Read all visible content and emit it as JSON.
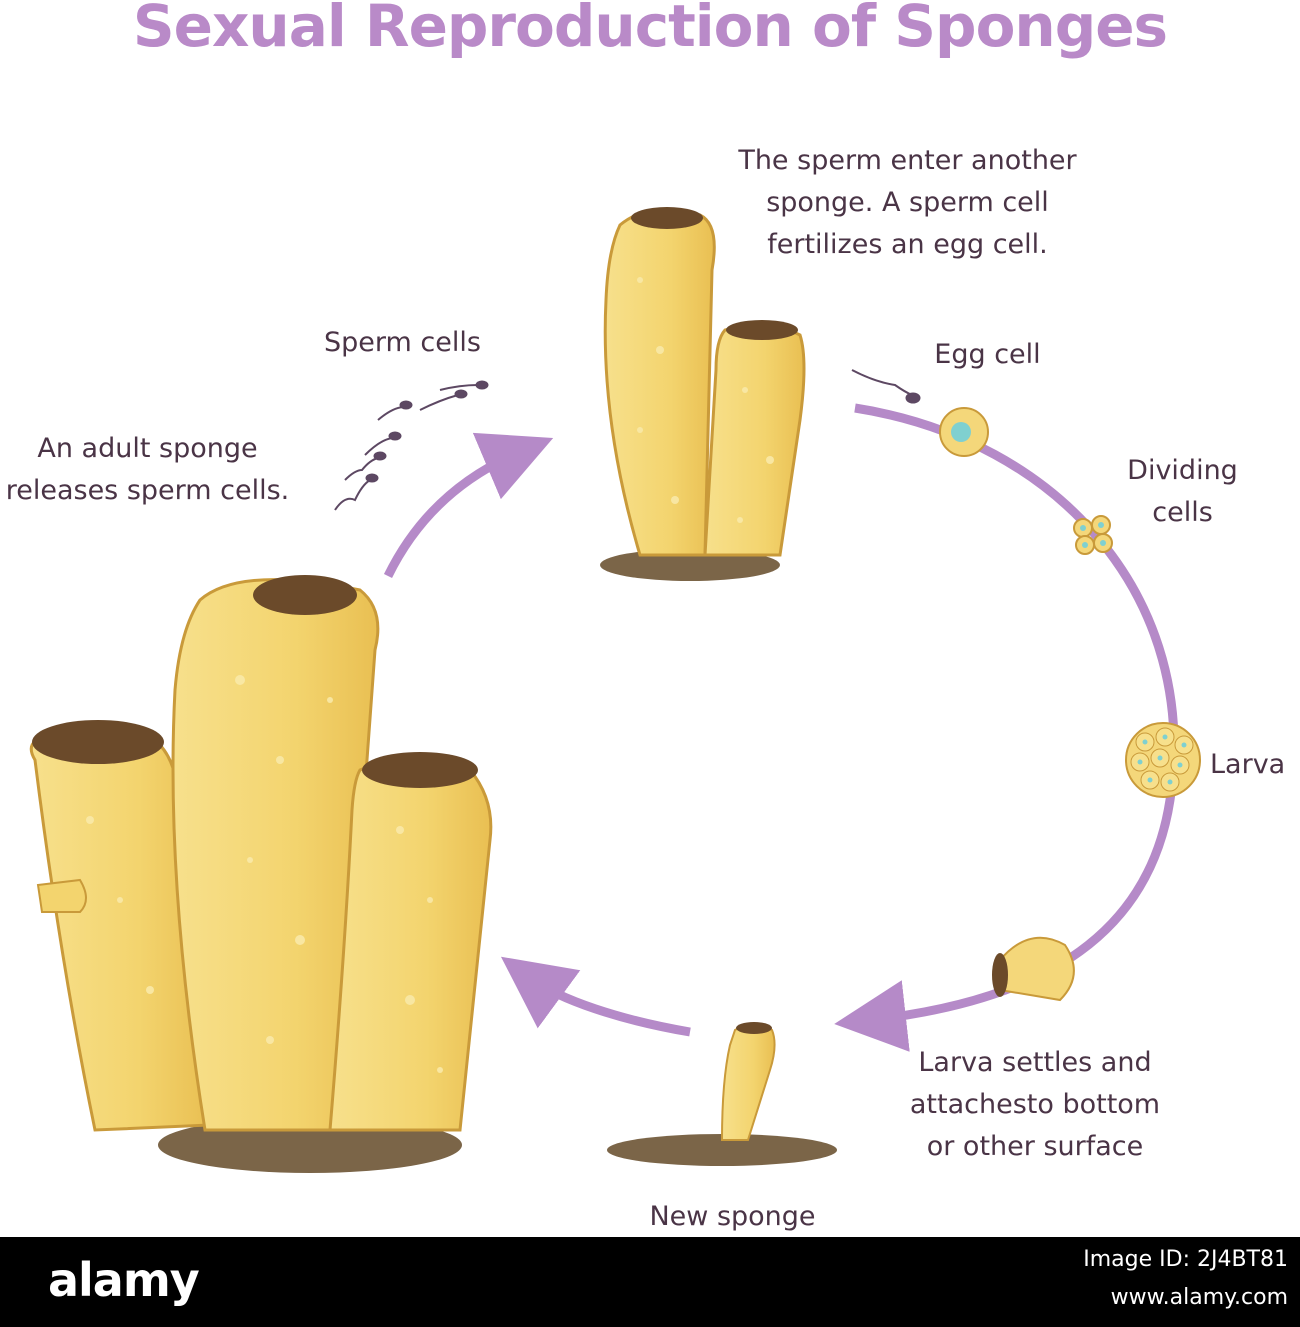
{
  "title": "Sexual Reproduction of Sponges",
  "colors": {
    "title": "#b98ac8",
    "cycle_arrow": "#b58ac8",
    "sponge_body": "#f4d77a",
    "sponge_outline": "#c99a3a",
    "substrate": "#7b6548",
    "cell_nucleus": "#7fd0d0",
    "sperm": "#5d4863"
  },
  "labels": {
    "adult_release": "An adult sponge\nreleases sperm cells.",
    "sperm_cells": "Sperm cells",
    "sperm_enter": "The sperm enter another\nsponge. A sperm cell\nfertilizes an egg cell.",
    "egg_cell": "Egg cell",
    "dividing_cells": "Dividing\ncells",
    "larva": "Larva",
    "larva_settles": "Larva settles and\nattachesto bottom\nor other surface",
    "new_sponge": "New sponge"
  },
  "footer": {
    "brand": "alamy",
    "image_id": "Image ID: 2J4BT81",
    "site": "www.alamy.com"
  }
}
